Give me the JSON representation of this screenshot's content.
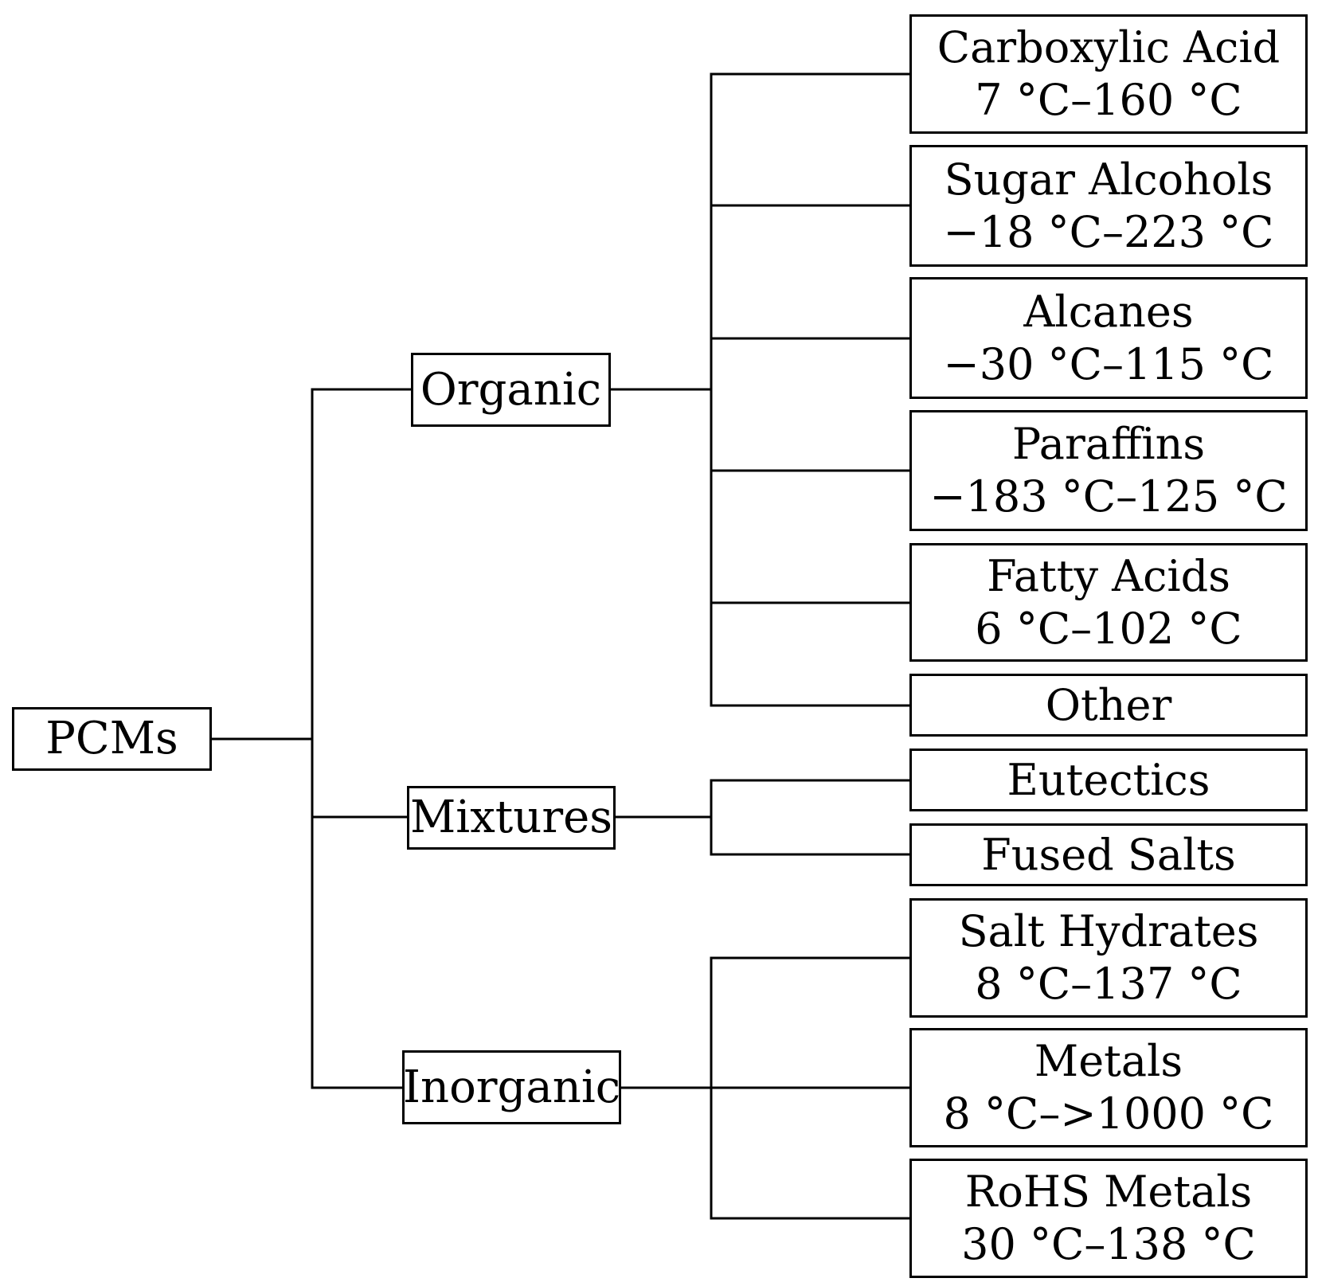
{
  "diagram": {
    "root": {
      "label": "PCMs"
    },
    "categories": [
      {
        "label": "Organic"
      },
      {
        "label": "Mixtures"
      },
      {
        "label": "Inorganic"
      }
    ],
    "organic_items": [
      {
        "name": "Carboxylic Acid",
        "range": "7 °C–160 °C"
      },
      {
        "name": "Sugar Alcohols",
        "range": "−18 °C–223 °C"
      },
      {
        "name": "Alcanes",
        "range": "−30 °C–115 °C"
      },
      {
        "name": "Paraffins",
        "range": "−183 °C–125 °C"
      },
      {
        "name": "Fatty Acids",
        "range": "6 °C–102 °C"
      },
      {
        "name": "Other"
      }
    ],
    "mixture_items": [
      {
        "name": "Eutectics"
      },
      {
        "name": "Fused Salts"
      }
    ],
    "inorganic_items": [
      {
        "name": "Salt Hydrates",
        "range": "8 °C–137 °C"
      },
      {
        "name": "Metals",
        "range": "8 °C–>1000 °C"
      },
      {
        "name": "RoHS Metals",
        "range": "30 °C–138 °C"
      }
    ]
  }
}
